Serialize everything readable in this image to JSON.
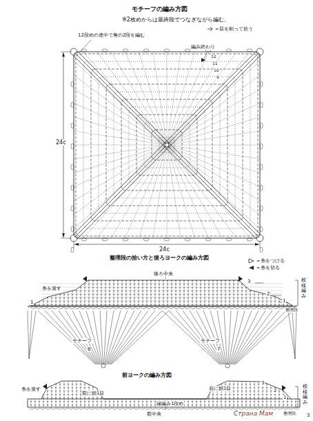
{
  "diagram": {
    "title": "モチーフの編み方図",
    "labels": [
      "※2枚めからは最終段でつなぎながら編む。",
      "12段めの途中で角の2段を編む",
      "編み終わり",
      "12",
      "11",
      "10",
      "9",
      "24c",
      "24c",
      "整理段の拾い方と後ろヨークの編み方図",
      "後ろ中央",
      "糸を渡す",
      "3",
      "2",
      "1",
      "1",
      "模様編み",
      "整理段",
      "モチーフ",
      "8",
      "モチーフ",
      "7",
      "前ヨークの編み方図",
      "糸を渡す",
      "前に鎖1目",
      "肩に鎖1目",
      "縁編み1段め",
      "前中央",
      "3",
      "2",
      "1",
      "模様編み",
      "整理段",
      "3",
      "Страна Мам"
    ],
    "legend": [
      {
        "text": "＝目を割って拾う"
      },
      {
        "text": "＝糸をつける"
      },
      {
        "text": "＝糸を切る"
      }
    ]
  }
}
